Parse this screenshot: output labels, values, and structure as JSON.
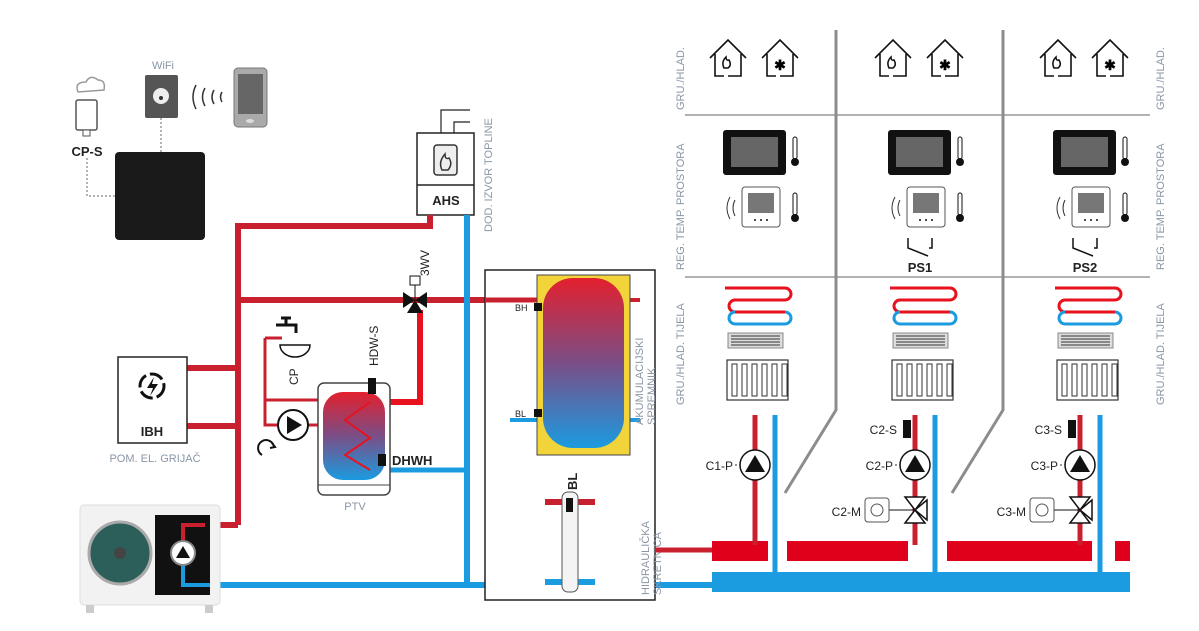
{
  "controller": {
    "wifi_label": "WiFi",
    "outdoor_sensor_label": "CP-S"
  },
  "aux_source": {
    "label": "AHS",
    "caption": "DOD. IZVOR TOPLINE"
  },
  "valve": {
    "label": "3WV"
  },
  "backup_heater": {
    "label": "IBH",
    "caption": "POM. EL. GRIJAČ"
  },
  "dhw": {
    "pump_label": "CP",
    "sensor_label": "HDW-S",
    "heater_label": "DHWH",
    "tank_label": "PTV"
  },
  "buffer": {
    "top_sensor": "BH",
    "bottom_sensor": "BL",
    "caption_1": "AKUMULACIJSKI",
    "caption_2": "SPREMNIK"
  },
  "separator": {
    "sensor": "BL",
    "caption_1": "HIDRAULIČKA",
    "caption_2": "SKRETNICA"
  },
  "rows": {
    "mode": "GRU./HLAD.",
    "room_control": "REG. TEMP. PROSTORA",
    "emitters": "GRU./HLAD. TIJELA"
  },
  "circuits": [
    {
      "switch": "",
      "pump": "C1-P",
      "sensor": "",
      "mixer": ""
    },
    {
      "switch": "PS1",
      "pump": "C2-P",
      "sensor": "C2-S",
      "mixer": "C2-M"
    },
    {
      "switch": "PS2",
      "pump": "C3-P",
      "sensor": "C3-S",
      "mixer": "C3-M"
    }
  ],
  "colors": {
    "hot": "#c8202e",
    "cold": "#1b9be0",
    "manifold_hot": "#e0001b",
    "tank_yellow": "#f2d43a"
  }
}
